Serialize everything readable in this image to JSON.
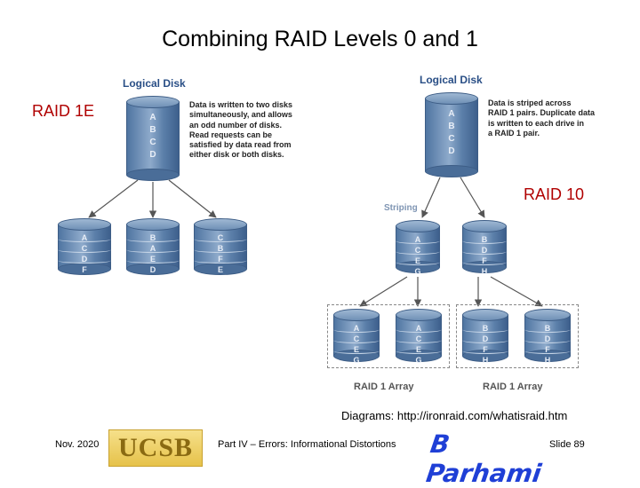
{
  "title": "Combining RAID Levels 0 and 1",
  "left": {
    "raid_label": "RAID 1E",
    "logical_disk_label": "Logical Disk",
    "logical_letters": [
      "A",
      "B",
      "C",
      "D"
    ],
    "description": [
      "Data is written to two disks",
      "simultaneously, and allows",
      "an odd number of disks.",
      "Read requests can be",
      "satisfied by data read from",
      "either disk or both disks."
    ],
    "disks": [
      {
        "letters": [
          "A",
          "C",
          "D",
          "F"
        ]
      },
      {
        "letters": [
          "B",
          "A",
          "E",
          "D"
        ]
      },
      {
        "letters": [
          "C",
          "B",
          "F",
          "E"
        ]
      }
    ]
  },
  "right": {
    "raid_label": "RAID 10",
    "logical_disk_label": "Logical Disk",
    "logical_letters": [
      "A",
      "B",
      "C",
      "D"
    ],
    "description": [
      "Data is striped across",
      "RAID 1 pairs. Duplicate data",
      "is written to each drive in",
      "a RAID 1 pair."
    ],
    "striping_label": "Striping",
    "mid_disks": [
      {
        "letters": [
          "A",
          "C",
          "E",
          "G"
        ]
      },
      {
        "letters": [
          "B",
          "D",
          "F",
          "H"
        ]
      }
    ],
    "bottom_disks": [
      {
        "letters": [
          "A",
          "C",
          "E",
          "G"
        ]
      },
      {
        "letters": [
          "A",
          "C",
          "E",
          "G"
        ]
      },
      {
        "letters": [
          "B",
          "D",
          "F",
          "H"
        ]
      },
      {
        "letters": [
          "B",
          "D",
          "F",
          "H"
        ]
      }
    ],
    "array_labels": [
      "RAID 1 Array",
      "RAID 1 Array"
    ]
  },
  "source": "Diagrams: http://ironraid.com/whatisraid.htm",
  "footer": {
    "date": "Nov. 2020",
    "logo": "UCSB",
    "part": "Part IV – Errors: Informational Distortions",
    "signature": "B Parhami",
    "slide": "Slide 89"
  }
}
